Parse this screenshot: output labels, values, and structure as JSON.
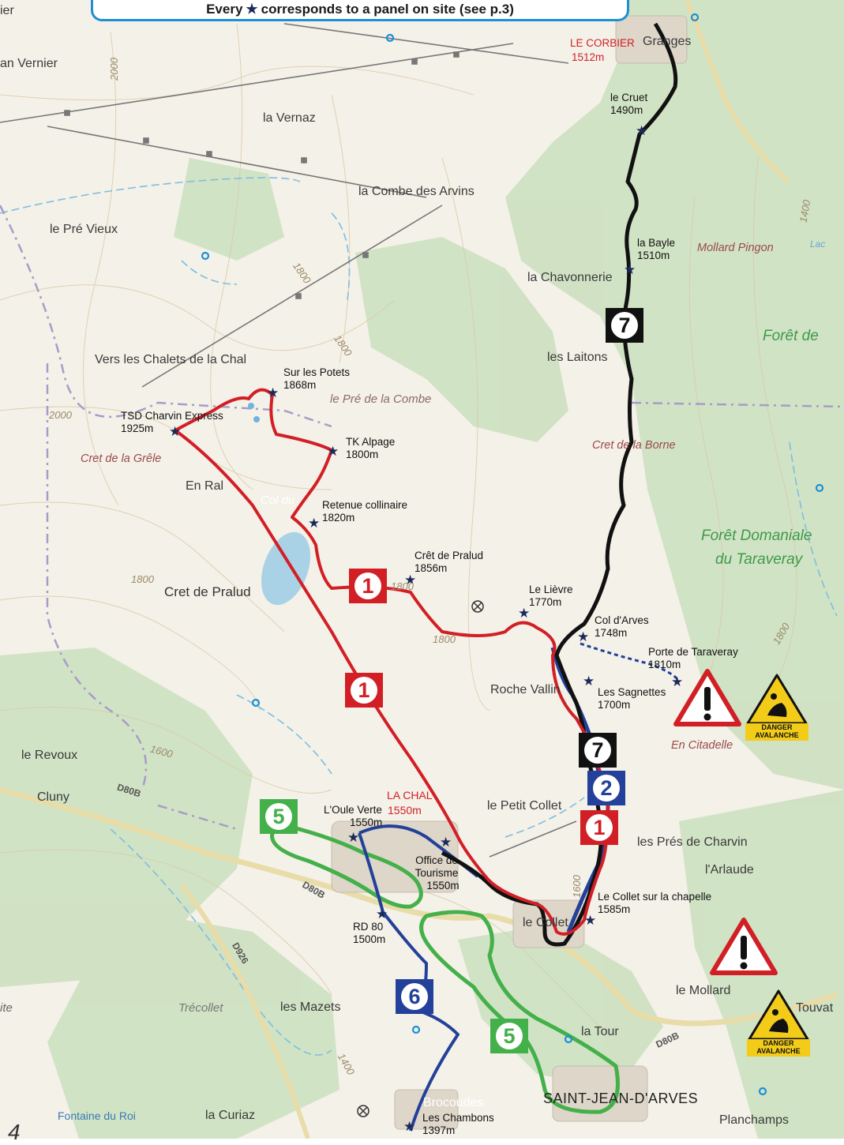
{
  "header": {
    "before": "Every",
    "after": "corresponds to a panel on site (see p.3)"
  },
  "page_number": "4",
  "places": {
    "le_corbier": "LE CORBIER",
    "le_corbier_alt": "1512m",
    "granges": "Granges",
    "an_vernier": "an Vernier",
    "ier": "ier",
    "la_vernaz": "la Vernaz",
    "combe_arvins": "la Combe des Arvins",
    "pre_vieux": "le Pré Vieux",
    "chavonnerie": "la Chavonnerie",
    "laitons": "les Laitons",
    "chalets_chal": "Vers les Chalets de la Chal",
    "pre_combe": "le Pré de la Combe",
    "cret_grele": "Cret de la Grêle",
    "en_ral": "En Ral",
    "col_du": "Col du",
    "cret_pralud": "Cret de Pralud",
    "cret_borne": "Cret de la Borne",
    "mollard_pingon": "Mollard Pingon",
    "lac": "Lac",
    "foret_de": "Forêt de",
    "foret_domaniale": "Forêt Domaniale",
    "du_taraveray": "du Taraveray",
    "roche_vallin": "Roche Vallin",
    "en_citadelle": "En Citadelle",
    "le_revoux": "le Revoux",
    "cluny": "Cluny",
    "la_chal": "LA CHAL",
    "la_chal_alt": "1550m",
    "petit_collet": "le Petit Collet",
    "pres_charvin": "les Prés de Charvin",
    "arlaude": "l'Arlaude",
    "le_collet": "le Collet",
    "le_mollard": "le Mollard",
    "touvat": "Touvat",
    "trecollet": "Trécollet",
    "les_mazets": "les Mazets",
    "la_tour": "la Tour",
    "saint_jean": "SAINT-JEAN-D'ARVES",
    "planchamps": "Planchamps",
    "fontaine_roi": "Fontaine du Roi",
    "la_curiaz": "la Curiaz",
    "brocoudes": "Brocoudes",
    "ite": "ite"
  },
  "contours": {
    "c2000a": "2000",
    "c2000b": "2000",
    "c1800a": "1800",
    "c1800b": "1800",
    "c1800c": "1800",
    "c1800d": "1800",
    "c1800e": "1800",
    "c1400a": "1400",
    "c1400b": "1400",
    "c1600": "1600",
    "c1600b": "1600",
    "c1800f": "1800"
  },
  "roads": {
    "d80b_a": "D80B",
    "d80b_b": "D80B",
    "d80b_c": "D80B",
    "d926": "D926"
  },
  "panels": [
    {
      "name": "le Cruet",
      "alt": "1490m"
    },
    {
      "name": "la Bayle",
      "alt": "1510m"
    },
    {
      "name": "Sur les Potets",
      "alt": "1868m"
    },
    {
      "name": "TSD Charvin Express",
      "alt": "1925m"
    },
    {
      "name": "TK Alpage",
      "alt": "1800m"
    },
    {
      "name": "Retenue collinaire",
      "alt": "1820m"
    },
    {
      "name": "Crêt de Pralud",
      "alt": "1856m"
    },
    {
      "name": "Le Lièvre",
      "alt": "1770m"
    },
    {
      "name": "Col d'Arves",
      "alt": "1748m"
    },
    {
      "name": "Porte de Taraveray",
      "alt": "1810m"
    },
    {
      "name": "Les Sagnettes",
      "alt": "1700m"
    },
    {
      "name": "L'Oule Verte",
      "alt": "1550m"
    },
    {
      "name": "Office de Tourisme",
      "alt": "1550m"
    },
    {
      "name": "Le Collet sur la chapelle",
      "alt": "1585m"
    },
    {
      "name": "RD 80",
      "alt": "1500m"
    },
    {
      "name": "Les Chambons",
      "alt": "1397m"
    }
  ],
  "routes": [
    {
      "id": "1",
      "color": "#d21f26"
    },
    {
      "id": "2",
      "color": "#23409a"
    },
    {
      "id": "5",
      "color": "#43b049"
    },
    {
      "id": "6",
      "color": "#23409a"
    },
    {
      "id": "7",
      "color": "#111111"
    }
  ],
  "warnings": {
    "danger_line1": "DANGER",
    "danger_line2": "AVALANCHE"
  },
  "colors": {
    "route1": "#d21f26",
    "route2": "#23409a",
    "route5": "#43b049",
    "route6": "#23409a",
    "route7": "#111111",
    "header_border": "#1e8fd6"
  }
}
